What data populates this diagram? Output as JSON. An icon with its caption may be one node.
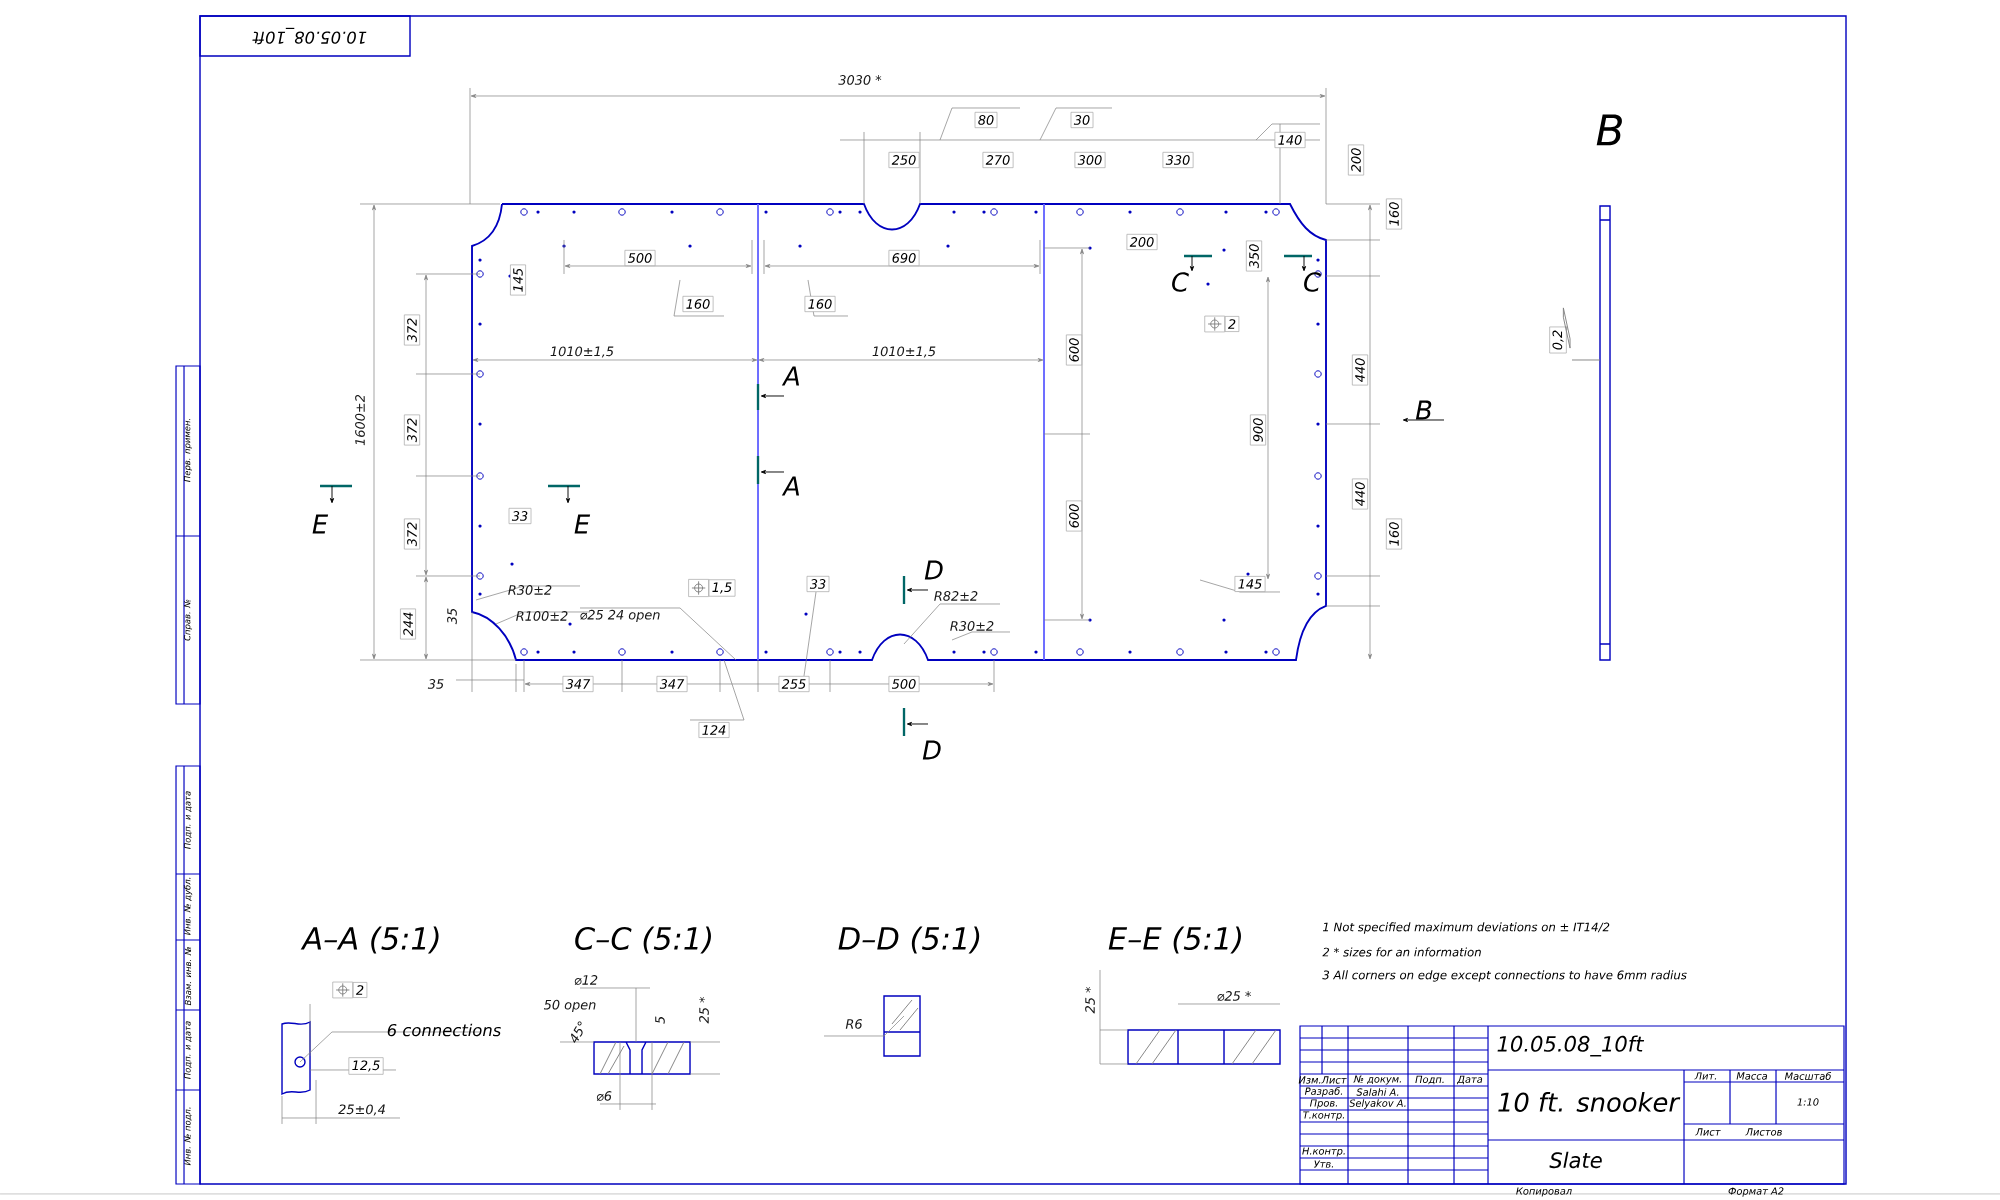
{
  "diagram": {
    "labels": [
      "10.05.08_10ft",
      "3030 *",
      "80",
      "30",
      "140",
      "250",
      "270",
      "300",
      "330",
      "200",
      "B",
      "160",
      "145",
      "500",
      "690",
      "200",
      "350",
      "C",
      "C",
      "160",
      "160",
      "2",
      "0,2",
      "372",
      "1010±1,5",
      "A",
      "1010±1,5",
      "600",
      "440",
      "1600±2",
      "372",
      "900",
      "B",
      "A",
      "440",
      "E",
      "372",
      "33",
      "E",
      "600",
      "160",
      "R30±2",
      "1,5",
      "33",
      "D",
      "R82±2",
      "145",
      "244",
      "35",
      "R100±2",
      "⌀25  24 open",
      "R30±2",
      "35",
      "347",
      "347",
      "255",
      "500",
      "124",
      "D",
      "A–A (5:1)",
      "C–C (5:1)",
      "D–D (5:1)",
      "E–E (5:1)",
      "1 Not specified maximum deviations on ± IT14/2",
      "2 * sizes for an information",
      "3 All corners on edge except connections to have 6mm radius",
      "2",
      "6 connections",
      "⌀12",
      "⌀25 *",
      "25 *",
      "50 open",
      "25 *",
      "5",
      "R6",
      "45°",
      "12,5",
      "⌀6",
      "25±0,4",
      "10.05.08_10ft",
      "10 ft. snooker",
      "Slate",
      "Лит.",
      "Масса",
      "Масштаб",
      "1:10",
      "Лист",
      "Листов",
      "Изм.",
      "Лист",
      "№ докум.",
      "Подп.",
      "Дата",
      "Разраб.",
      "Salahi A.",
      "Пров.",
      "Selyakov A.",
      "Т.контр.",
      "Н.контр.",
      "Утв.",
      "Копировал",
      "Формат A2",
      "Перв. примен.",
      "Справ. №",
      "Подп. и дата",
      "Инв. № дубл.",
      "Взам. инв. №",
      "Подп. и дата",
      "Инв. № подл."
    ]
  }
}
